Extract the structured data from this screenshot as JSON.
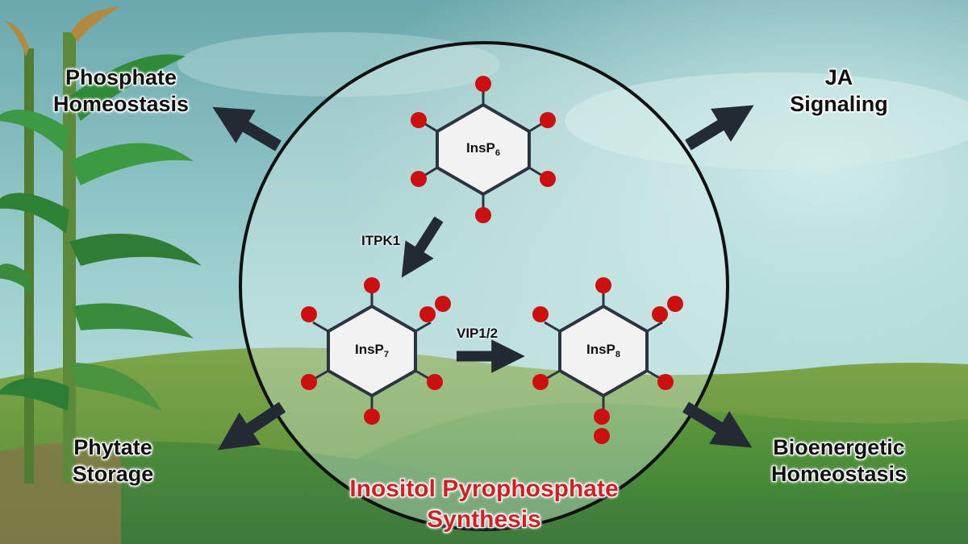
{
  "title": {
    "line1": "Inositol Pyrophosphate",
    "line2": "Synthesis"
  },
  "outcomes": {
    "top_left": {
      "line1": "Phosphate",
      "line2": "Homeostasis"
    },
    "top_right": {
      "line1": "JA",
      "line2": "Signaling"
    },
    "bottom_left": {
      "line1": "Phytate",
      "line2": "Storage"
    },
    "bottom_right": {
      "line1": "Bioenergetic",
      "line2": "Homeostasis"
    }
  },
  "molecules": {
    "insp6": {
      "base": "InsP",
      "sub": "6"
    },
    "insp7": {
      "base": "InsP",
      "sub": "7"
    },
    "insp8": {
      "base": "InsP",
      "sub": "8"
    }
  },
  "enzymes": {
    "step1": "ITPK1",
    "step2": "VIP1/2"
  },
  "colors": {
    "phosphate": "#cc1010",
    "title": "#d01f25",
    "arrow": "#232a33",
    "circle": "#111111"
  }
}
